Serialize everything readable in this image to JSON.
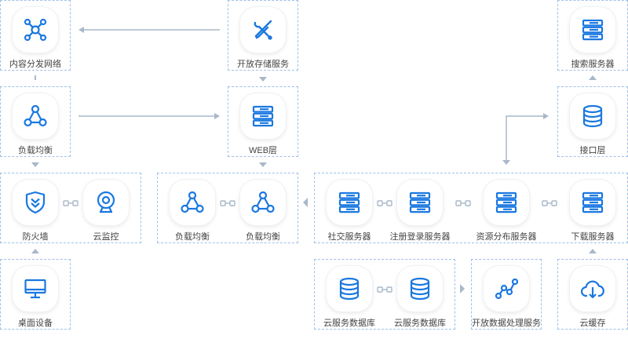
{
  "colors": {
    "accent": "#1a78e0",
    "border": "#9fc0e8",
    "line": "#a9b8c9"
  },
  "nodes": {
    "cdn": {
      "label": "内容分发网络",
      "icon": "network-hub-icon"
    },
    "open_storage": {
      "label": "开放存储服务",
      "icon": "tools-icon"
    },
    "search_server": {
      "label": "搜索服务器",
      "icon": "server-rack-icon"
    },
    "load_balance_top": {
      "label": "负载均衡",
      "icon": "load-balance-icon"
    },
    "web_layer": {
      "label": "WEB层",
      "icon": "server-rack-icon"
    },
    "interface_layer": {
      "label": "接口层",
      "icon": "database-icon"
    },
    "firewall": {
      "label": "防火墙",
      "icon": "shield-icon"
    },
    "cloud_monitor": {
      "label": "云监控",
      "icon": "webcam-icon"
    },
    "load_balance_a": {
      "label": "负载均衡",
      "icon": "load-balance-icon"
    },
    "load_balance_b": {
      "label": "负载均衡",
      "icon": "load-balance-icon"
    },
    "social_server": {
      "label": "社交服务器",
      "icon": "server-rack-icon"
    },
    "register_server": {
      "label": "注册登录服务器",
      "icon": "server-rack-icon"
    },
    "resource_server": {
      "label": "资源分布服务器",
      "icon": "server-rack-icon"
    },
    "download_server": {
      "label": "下载服务器",
      "icon": "server-rack-icon"
    },
    "desktop": {
      "label": "桌面设备",
      "icon": "monitor-icon"
    },
    "cloud_db_a": {
      "label": "云服务数据库",
      "icon": "database-icon"
    },
    "cloud_db_b": {
      "label": "云服务数据库",
      "icon": "database-icon"
    },
    "open_data": {
      "label": "开放数据处理服务",
      "icon": "line-chart-icon"
    },
    "cloud_cache": {
      "label": "云缓存",
      "icon": "cloud-download-icon"
    }
  }
}
